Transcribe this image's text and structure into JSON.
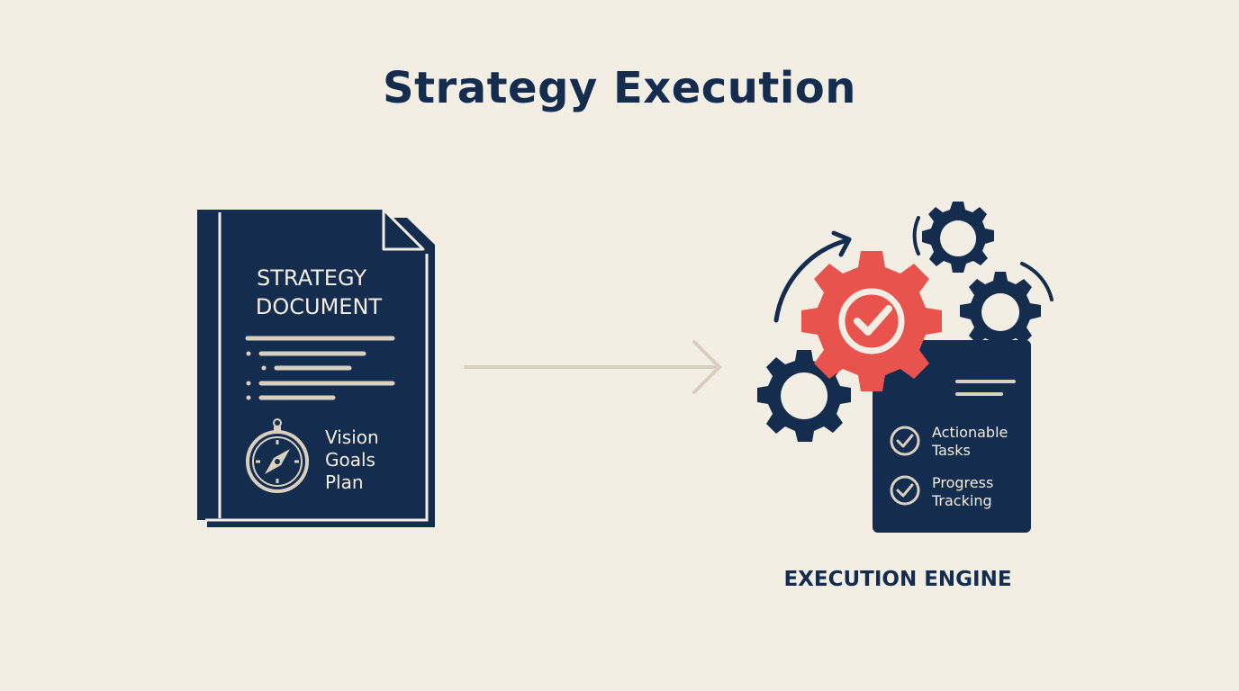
{
  "title": "Strategy Execution",
  "document": {
    "title_lines": [
      "STRATEGY",
      "DOCUMENT"
    ],
    "items": [
      "Vision",
      "Goals",
      "Plan"
    ],
    "icon": "compass-icon"
  },
  "flow": {
    "icon": "arrow-right-icon"
  },
  "engine": {
    "label": "EXECUTION ENGINE",
    "main_icon": "gear-check-icon",
    "tasks": [
      {
        "lines": [
          "Actionable",
          "Tasks"
        ],
        "icon": "check-circle-icon"
      },
      {
        "lines": [
          "Progress",
          "Tracking"
        ],
        "icon": "check-circle-icon"
      }
    ]
  },
  "colors": {
    "background": "#f3eee4",
    "navy": "#142c4e",
    "accent_red": "#e8534d",
    "arrow": "#d9d0c0",
    "light": "#f3eee4"
  }
}
